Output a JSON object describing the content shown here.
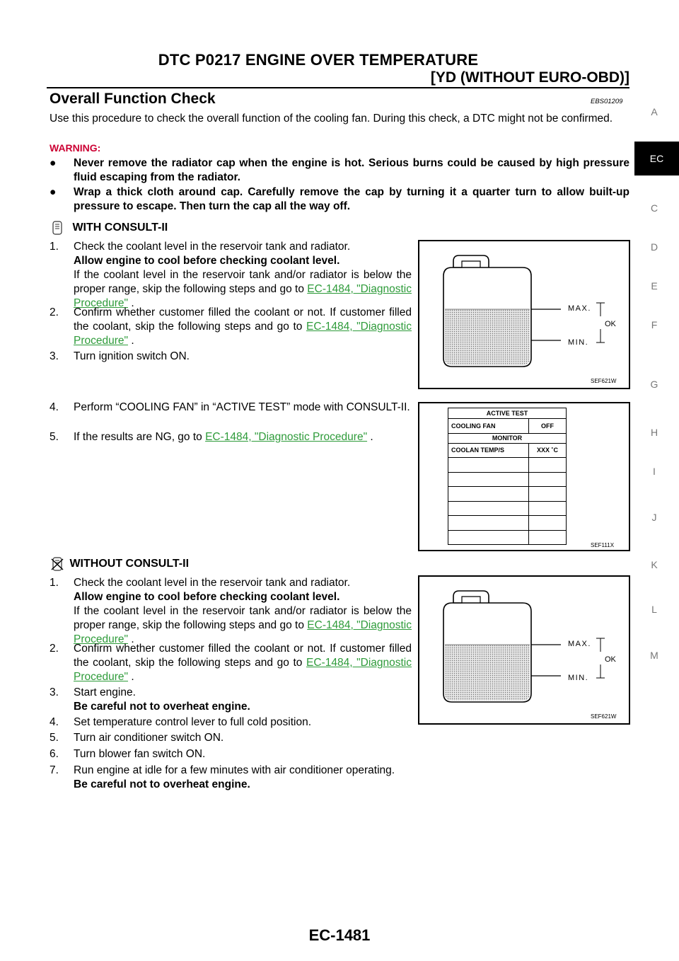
{
  "header": {
    "title": "DTC P0217 ENGINE OVER TEMPERATURE",
    "subtitle": "[YD (WITHOUT EURO-OBD)]"
  },
  "section": {
    "title": "Overall Function Check",
    "code": "EBS01209",
    "intro": "Use this procedure to check the overall function of the cooling fan. During this check, a DTC might not be confirmed.",
    "warning_label": "WARNING:",
    "warnings": [
      "Never remove the radiator cap when the engine is hot. Serious burns could be caused by high pressure fluid escaping from the radiator.",
      "Wrap a thick cloth around cap. Carefully remove the cap by turning it a quarter turn to allow built-up pressure to escape. Then turn the cap all the way off."
    ]
  },
  "with_consult": {
    "heading": "WITH CONSULT-II",
    "step1_num": "1.",
    "step1_a": "Check the coolant level in the reservoir tank and radiator.",
    "step1_b": "Allow engine to cool before checking coolant level.",
    "step1_c": "If the coolant level in the reservoir tank and/or radiator is below the proper range, skip the following steps and go to ",
    "step1_link": "EC-1484, \"Diagnostic Procedure\"",
    "step1_end": " .",
    "step2_num": "2.",
    "step2_a": "Confirm whether customer filled the coolant or not. If customer filled the coolant, skip the following steps and go to ",
    "step2_link": "EC-1484, \"Diagnostic Procedure\"",
    "step2_end": " .",
    "step3_num": "3.",
    "step3": "Turn ignition switch ON.",
    "step4_num": "4.",
    "step4": "Perform “COOLING FAN” in “ACTIVE TEST” mode with CONSULT-II.",
    "step5_num": "5.",
    "step5_a": "If the results are NG, go to ",
    "step5_link": "EC-1484, \"Diagnostic Procedure\"",
    "step5_end": " ."
  },
  "without_consult": {
    "heading": "WITHOUT CONSULT-II",
    "step1_num": "1.",
    "step1_a": "Check the coolant level in the reservoir tank and radiator.",
    "step1_b": "Allow engine to cool before checking coolant level.",
    "step1_c": "If the coolant level in the reservoir tank and/or radiator is below the proper range, skip the following steps and go to ",
    "step1_link": "EC-1484, \"Diagnostic Procedure\"",
    "step1_end": " .",
    "step2_num": "2.",
    "step2_a": "Confirm whether customer filled the coolant or not. If customer filled the coolant, skip the following steps and go to ",
    "step2_link": "EC-1484, \"Diagnostic Procedure\"",
    "step2_end": " .",
    "step3_num": "3.",
    "step3_a": "Start engine.",
    "step3_b": "Be careful not to overheat engine.",
    "step4_num": "4.",
    "step4": "Set temperature control lever to full cold position.",
    "step5_num": "5.",
    "step5": "Turn air conditioner switch ON.",
    "step6_num": "6.",
    "step6": "Turn blower fan switch ON.",
    "step7_num": "7.",
    "step7_a": "Run engine at idle for a few minutes with air conditioner operating.",
    "step7_b": "Be careful not to overheat engine."
  },
  "figures": {
    "tank": {
      "max": "MAX.",
      "min": "MIN.",
      "ok": "OK",
      "caption": "SEF621W"
    },
    "active_test": {
      "title": "ACTIVE TEST",
      "row1_label": "COOLING FAN",
      "row1_value": "OFF",
      "monitor": "MONITOR",
      "row2_label": "COOLAN TEMP/S",
      "row2_value": "XXX ˚C",
      "caption": "SEF111X"
    }
  },
  "sidebar": {
    "letters": [
      "A",
      "C",
      "D",
      "E",
      "F",
      "G",
      "H",
      "I",
      "J",
      "K",
      "L",
      "M"
    ],
    "active": "EC"
  },
  "footer": {
    "page": "EC-1481"
  },
  "colors": {
    "warning": "#cc0033",
    "link": "#2e9b3a",
    "tab": "#000000"
  }
}
